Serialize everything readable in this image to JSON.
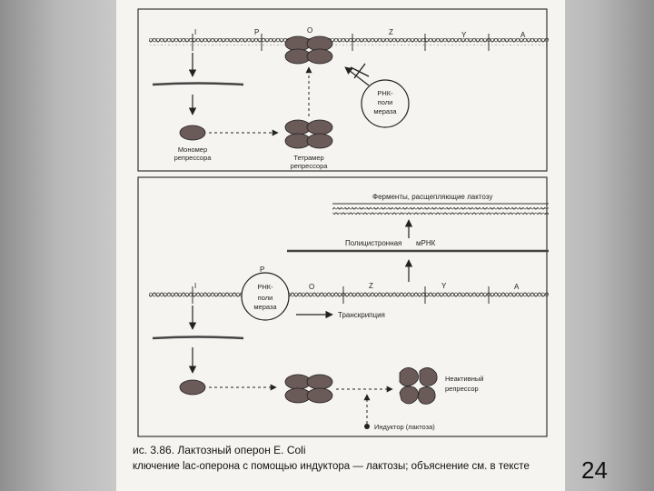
{
  "slide_number": "24",
  "top_panel": {
    "gene_labels": [
      "I",
      "P",
      "O",
      "Z",
      "Y",
      "A"
    ],
    "rna_polymerase": [
      "РНК-",
      "поли",
      "мераза"
    ],
    "monomer": [
      "Мономер",
      "репрессора"
    ],
    "tetramer": [
      "Тетрамер",
      "репрессора"
    ]
  },
  "bottom_panel": {
    "enzymes_label": "Ферменты, расщепляющие лактозу",
    "mrna_label": [
      "Полицистронная",
      "мРНК"
    ],
    "gene_labels": [
      "I",
      "P",
      "O",
      "Z",
      "Y",
      "A"
    ],
    "rna_polymerase": [
      "РНК-",
      "поли",
      "мераза"
    ],
    "transcription_label": "Транскрипция",
    "inactive_repressor": [
      "Неактивный",
      "репрессор"
    ],
    "inducer_label": "Индуктор (лактоза)"
  },
  "caption": {
    "title": "ис. 3.86. Лактозный оперон E. Coli",
    "text": "ключение lac-оперона с помощью индуктора — лактозы; объяснение см. в тексте"
  }
}
